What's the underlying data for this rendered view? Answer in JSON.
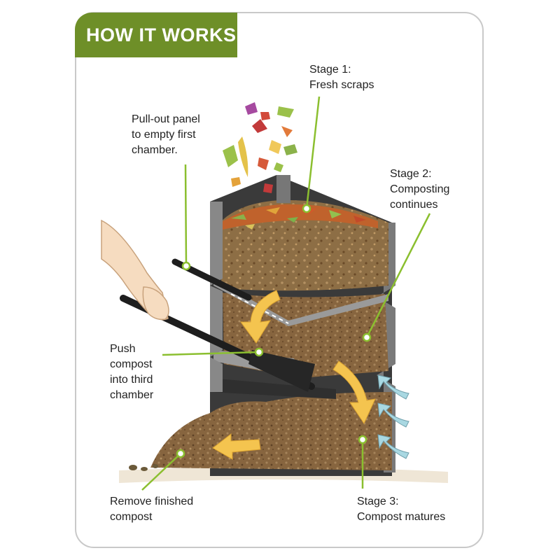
{
  "header": {
    "title": "HOW IT WORKS"
  },
  "colors": {
    "title_bg": "#6e8f28",
    "leader": "#8bbf2f",
    "arrow": "#f4c44f",
    "air_arrow": "#a9d8e2",
    "compost": "#8a6a45",
    "bin": "#3d3d3d"
  },
  "labels": {
    "stage1": "Stage 1:\nFresh scraps",
    "pull_panel": "Pull-out panel\nto empty first\nchamber.",
    "stage2": "Stage 2:\nComposting\ncontinues",
    "push": "Push\ncompost\ninto third\nchamber",
    "remove": "Remove finished\ncompost",
    "stage3": "Stage 3:\nCompost matures"
  },
  "icons": [
    "hand-icon",
    "scraps-icon",
    "flow-arrow-icon",
    "air-arrow-icon"
  ]
}
